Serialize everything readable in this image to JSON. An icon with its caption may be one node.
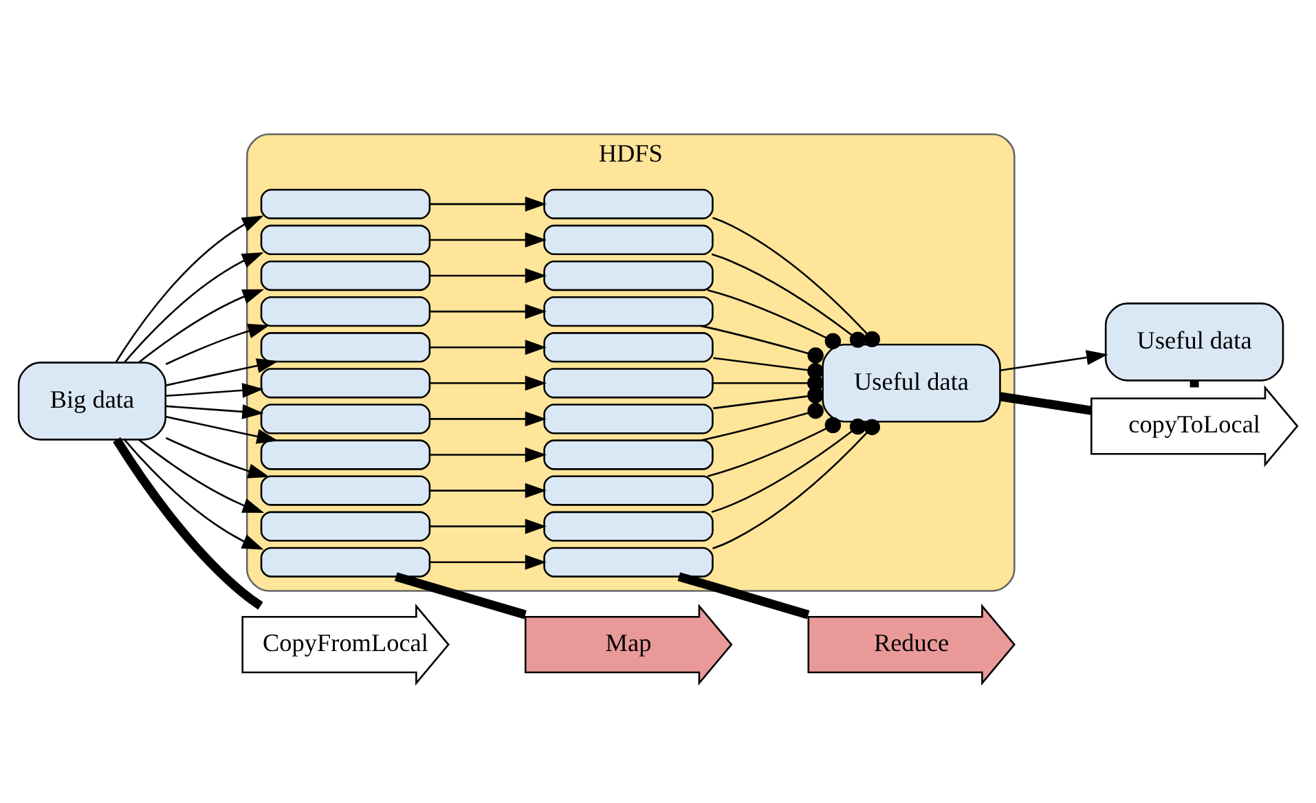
{
  "diagram": {
    "nodes": [
      {
        "text": [
          "Big data"
        ]
      },
      {
        "text": [
          "HDFS"
        ]
      },
      {
        "text": [],
        "shape": "box",
        "in": 1
      },
      {
        "text": [],
        "shape": "box",
        "in": 1
      },
      {
        "text": [],
        "shape": "box",
        "in": 1
      },
      {
        "text": [],
        "shape": "box",
        "in": 1
      },
      {
        "text": [],
        "shape": "box",
        "in": 1
      },
      {
        "text": [],
        "shape": "box",
        "in": 1
      },
      {
        "text": [],
        "shape": "box",
        "in": 1
      },
      {
        "text": [],
        "shape": "box",
        "in": 1
      },
      {
        "text": [],
        "shape": "box",
        "in": 1
      },
      {
        "text": [],
        "shape": "box",
        "in": 1
      },
      {
        "text": [],
        "shape": "box",
        "in": 1
      },
      {
        "text": [],
        "shape": "box",
        "in": 1
      },
      {
        "text": [],
        "shape": "box",
        "in": 1
      },
      {
        "text": [],
        "shape": "box",
        "in": 1
      },
      {
        "text": [],
        "shape": "box",
        "in": 1
      },
      {
        "text": [],
        "shape": "box",
        "in": 1
      },
      {
        "text": [],
        "shape": "box",
        "in": 1
      },
      {
        "text": [],
        "shape": "box",
        "in": 1
      },
      {
        "text": [],
        "shape": "box",
        "in": 1
      },
      {
        "text": [],
        "shape": "box",
        "in": 1
      },
      {
        "text": [],
        "shape": "box",
        "in": 1
      },
      {
        "text": [],
        "shape": "box",
        "in": 1
      },
      {
        "text": [
          "Useful data"
        ],
        "in": 1
      },
      {
        "text": [
          "Useful data"
        ]
      },
      {
        "text": [
          "CopyFromLocal"
        ]
      },
      {
        "text": [
          "Map"
        ]
      },
      {
        "text": [
          "Reduce"
        ]
      },
      {
        "text": [
          "copyToLocal"
        ]
      }
    ],
    "edges": [
      {
        "from": 0,
        "to": 2,
        "arrow": "to"
      },
      {
        "from": 0,
        "to": 3,
        "arrow": "to"
      },
      {
        "from": 0,
        "to": 4,
        "arrow": "to"
      },
      {
        "from": 0,
        "to": 5,
        "arrow": "to"
      },
      {
        "from": 0,
        "to": 6,
        "arrow": "to"
      },
      {
        "from": 0,
        "to": 7,
        "arrow": "to"
      },
      {
        "from": 0,
        "to": 8,
        "arrow": "to"
      },
      {
        "from": 0,
        "to": 9,
        "arrow": "to"
      },
      {
        "from": 0,
        "to": 10,
        "arrow": "to"
      },
      {
        "from": 0,
        "to": 11,
        "arrow": "to"
      },
      {
        "from": 0,
        "to": 12,
        "arrow": "to"
      },
      {
        "from": 2,
        "to": 13,
        "arrow": "to"
      },
      {
        "from": 3,
        "to": 14,
        "arrow": "to"
      },
      {
        "from": 4,
        "to": 15,
        "arrow": "to"
      },
      {
        "from": 5,
        "to": 16,
        "arrow": "to"
      },
      {
        "from": 6,
        "to": 17,
        "arrow": "to"
      },
      {
        "from": 7,
        "to": 18,
        "arrow": "to"
      },
      {
        "from": 8,
        "to": 19,
        "arrow": "to"
      },
      {
        "from": 9,
        "to": 20,
        "arrow": "to"
      },
      {
        "from": 10,
        "to": 21,
        "arrow": "to"
      },
      {
        "from": 11,
        "to": 22,
        "arrow": "to"
      },
      {
        "from": 12,
        "to": 23,
        "arrow": "to"
      },
      {
        "from": 13,
        "to": 24,
        "arrow": "other"
      },
      {
        "from": 14,
        "to": 24,
        "arrow": "other"
      },
      {
        "from": 15,
        "to": 24,
        "arrow": "other"
      },
      {
        "from": 16,
        "to": 24,
        "arrow": "other"
      },
      {
        "from": 17,
        "to": 24,
        "arrow": "other"
      },
      {
        "from": 18,
        "to": 24,
        "arrow": "other"
      },
      {
        "from": 19,
        "to": 24,
        "arrow": "other"
      },
      {
        "from": 20,
        "to": 24,
        "arrow": "other"
      },
      {
        "from": 21,
        "to": 24,
        "arrow": "other"
      },
      {
        "from": 22,
        "to": 24,
        "arrow": "other"
      },
      {
        "from": 23,
        "to": 24,
        "arrow": "other"
      },
      {
        "from": 24,
        "to": 25,
        "arrow": "to"
      },
      {
        "from": 0,
        "to": 26,
        "arrow": "none",
        "style": "thick"
      },
      {
        "from": 12,
        "to": 27,
        "arrow": "none",
        "style": "thick"
      },
      {
        "from": 23,
        "to": 28,
        "arrow": "none",
        "style": "thick"
      },
      {
        "from": 24,
        "to": 29,
        "arrow": "none",
        "style": "thick"
      },
      {
        "from": 25,
        "to": 29,
        "arrow": "none",
        "style": "thick"
      }
    ]
  }
}
